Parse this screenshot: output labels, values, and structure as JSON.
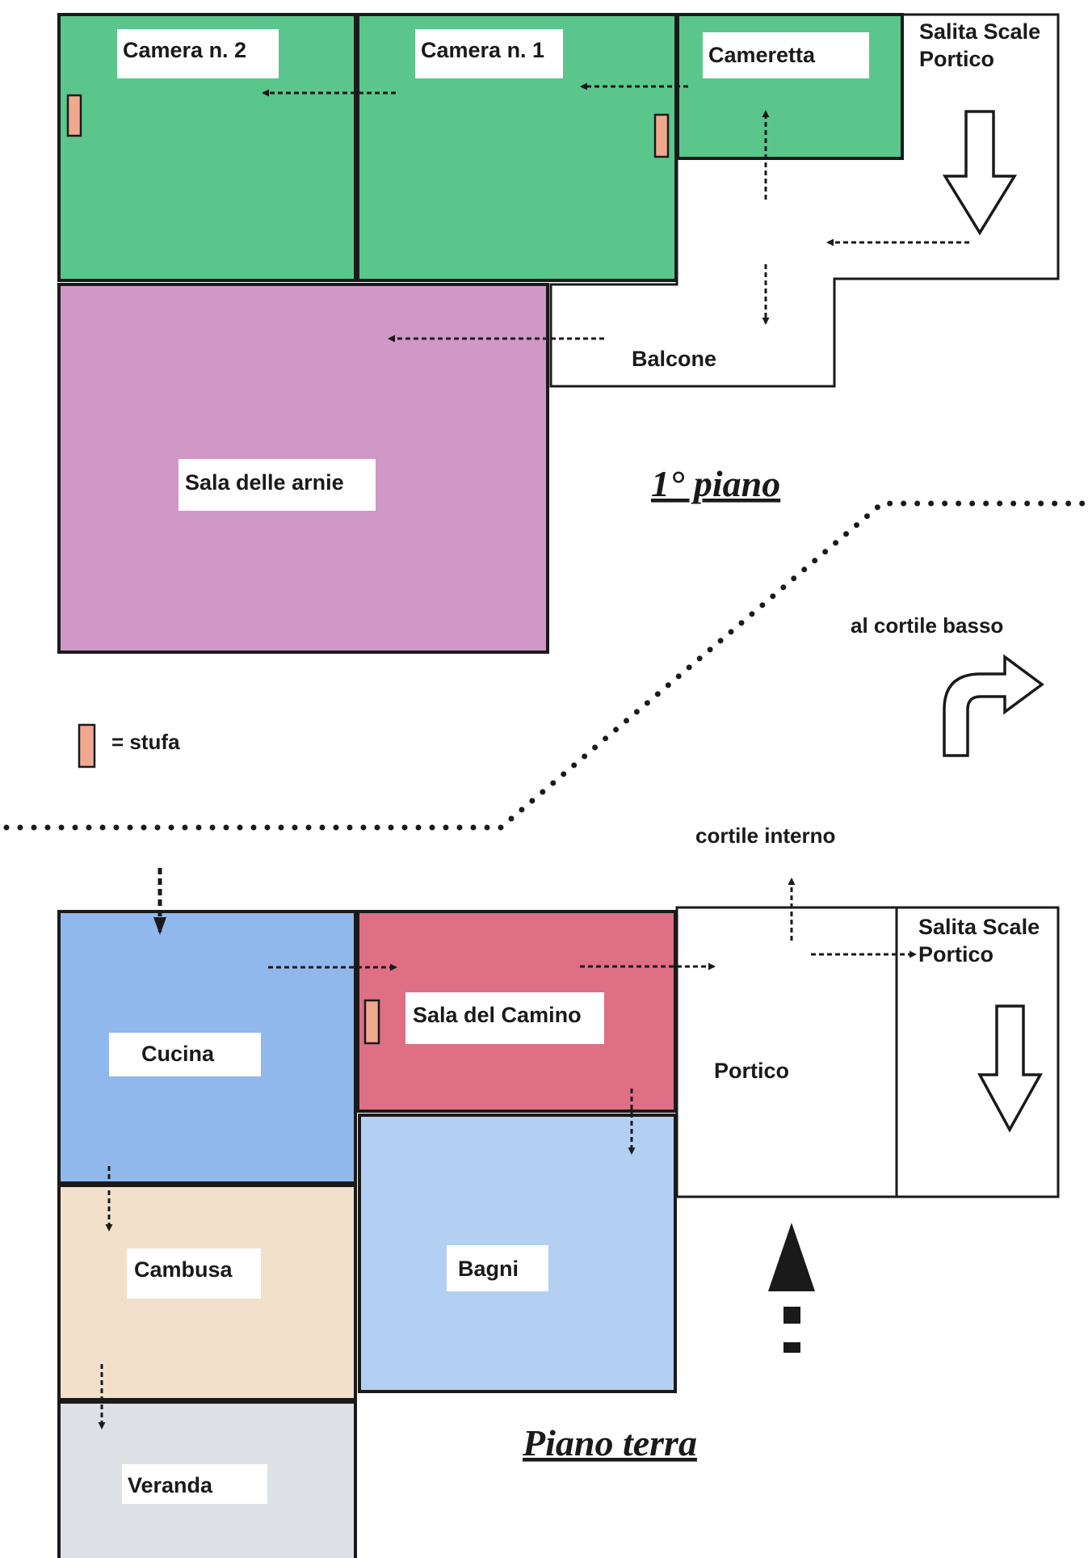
{
  "first_floor": {
    "title": "1° piano",
    "rooms": {
      "camera2": "Camera n. 2",
      "camera1": "Camera n. 1",
      "cameretta": "Cameretta",
      "stairs": [
        "Salita Scale",
        "Portico"
      ],
      "balcone": "Balcone",
      "sala_arnie": "Sala delle arnie"
    }
  },
  "legend": {
    "stove_label": "= stufa"
  },
  "outside": {
    "cortile_basso": "al cortile basso",
    "cortile_interno": "cortile interno"
  },
  "ground_floor": {
    "title": "Piano terra",
    "rooms": {
      "cucina": "Cucina",
      "sala_camino": "Sala del Camino",
      "portico": "Portico",
      "stairs": [
        "Salita Scale",
        "Portico"
      ],
      "cambusa": "Cambusa",
      "bagni": "Bagni",
      "veranda": "Veranda"
    }
  },
  "colors": {
    "bedrooms_green": "#5ac68c",
    "sala_arnie_purple": "#cf98c6",
    "cucina_blue": "#90b8ec",
    "sala_camino_red": "#de6f85",
    "bagni_blue": "#b3d0f3",
    "cambusa_beige": "#f3e0cb",
    "veranda_grey": "#dde1e6",
    "stove_salmon": "#f0a990"
  }
}
